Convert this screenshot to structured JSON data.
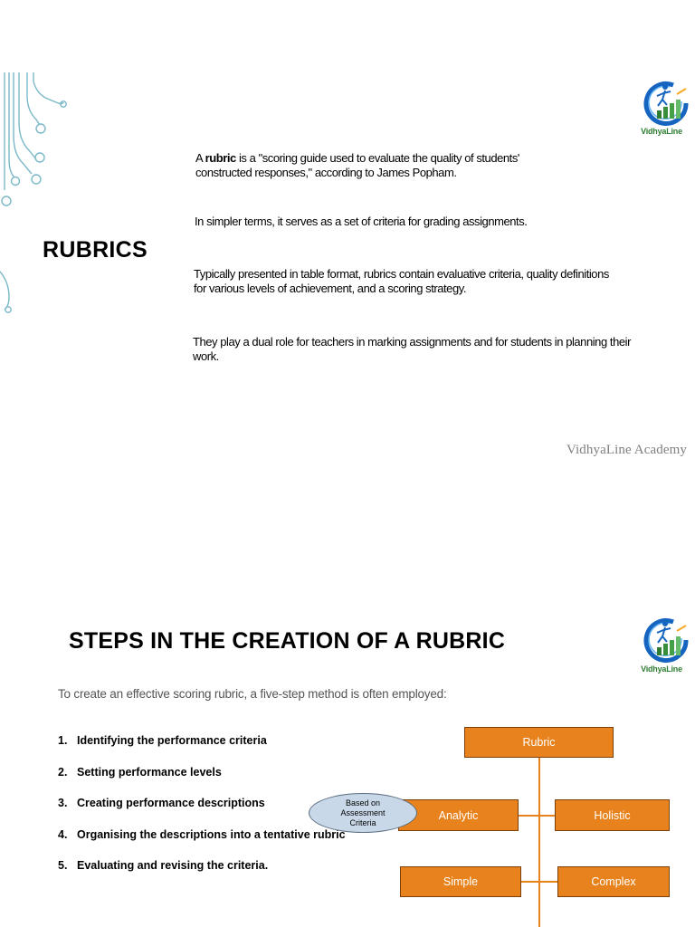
{
  "slide1": {
    "title": "RUBRICS",
    "p1_lead": "A ",
    "p1_term": "rubric",
    "p1_rest": " is a \"scoring guide used to evaluate the quality of students' constructed responses,\" according to James Popham.",
    "p2": "In simpler terms, it serves as a set of criteria for grading assignments.",
    "p3": "Typically presented in table format, rubrics contain evaluative criteria, quality definitions for various levels of achievement, and a scoring strategy.",
    "p4": "They play a dual role for teachers in marking assignments and for students in planning their work.",
    "watermark": "VidhyaLine Academy"
  },
  "logo": {
    "text": "VidhyaLine",
    "colors": {
      "ring": "#1565c0",
      "bars": "#2e7d32",
      "accent": "#f9a825"
    }
  },
  "slide2": {
    "title": "STEPS IN THE CREATION OF A RUBRIC",
    "intro": "To create an effective scoring rubric, a five-step method is often employed:",
    "steps": [
      {
        "num": "1.",
        "text": "Identifying the performance criteria"
      },
      {
        "num": "2.",
        "text": "Setting performance levels"
      },
      {
        "num": "3.",
        "text": "Creating performance descriptions"
      },
      {
        "num": "4.",
        "text": "Organising the descriptions into a tentative rubric"
      },
      {
        "num": "5.",
        "text": "Evaluating and revising the criteria."
      }
    ],
    "diagram": {
      "root": "Rubric",
      "analytic": "Analytic",
      "holistic": "Holistic",
      "simple": "Simple",
      "complex": "Complex",
      "note": "Based on Assessment Criteria",
      "box_color": "#e8821c",
      "note_color": "#c8d8e8"
    }
  }
}
